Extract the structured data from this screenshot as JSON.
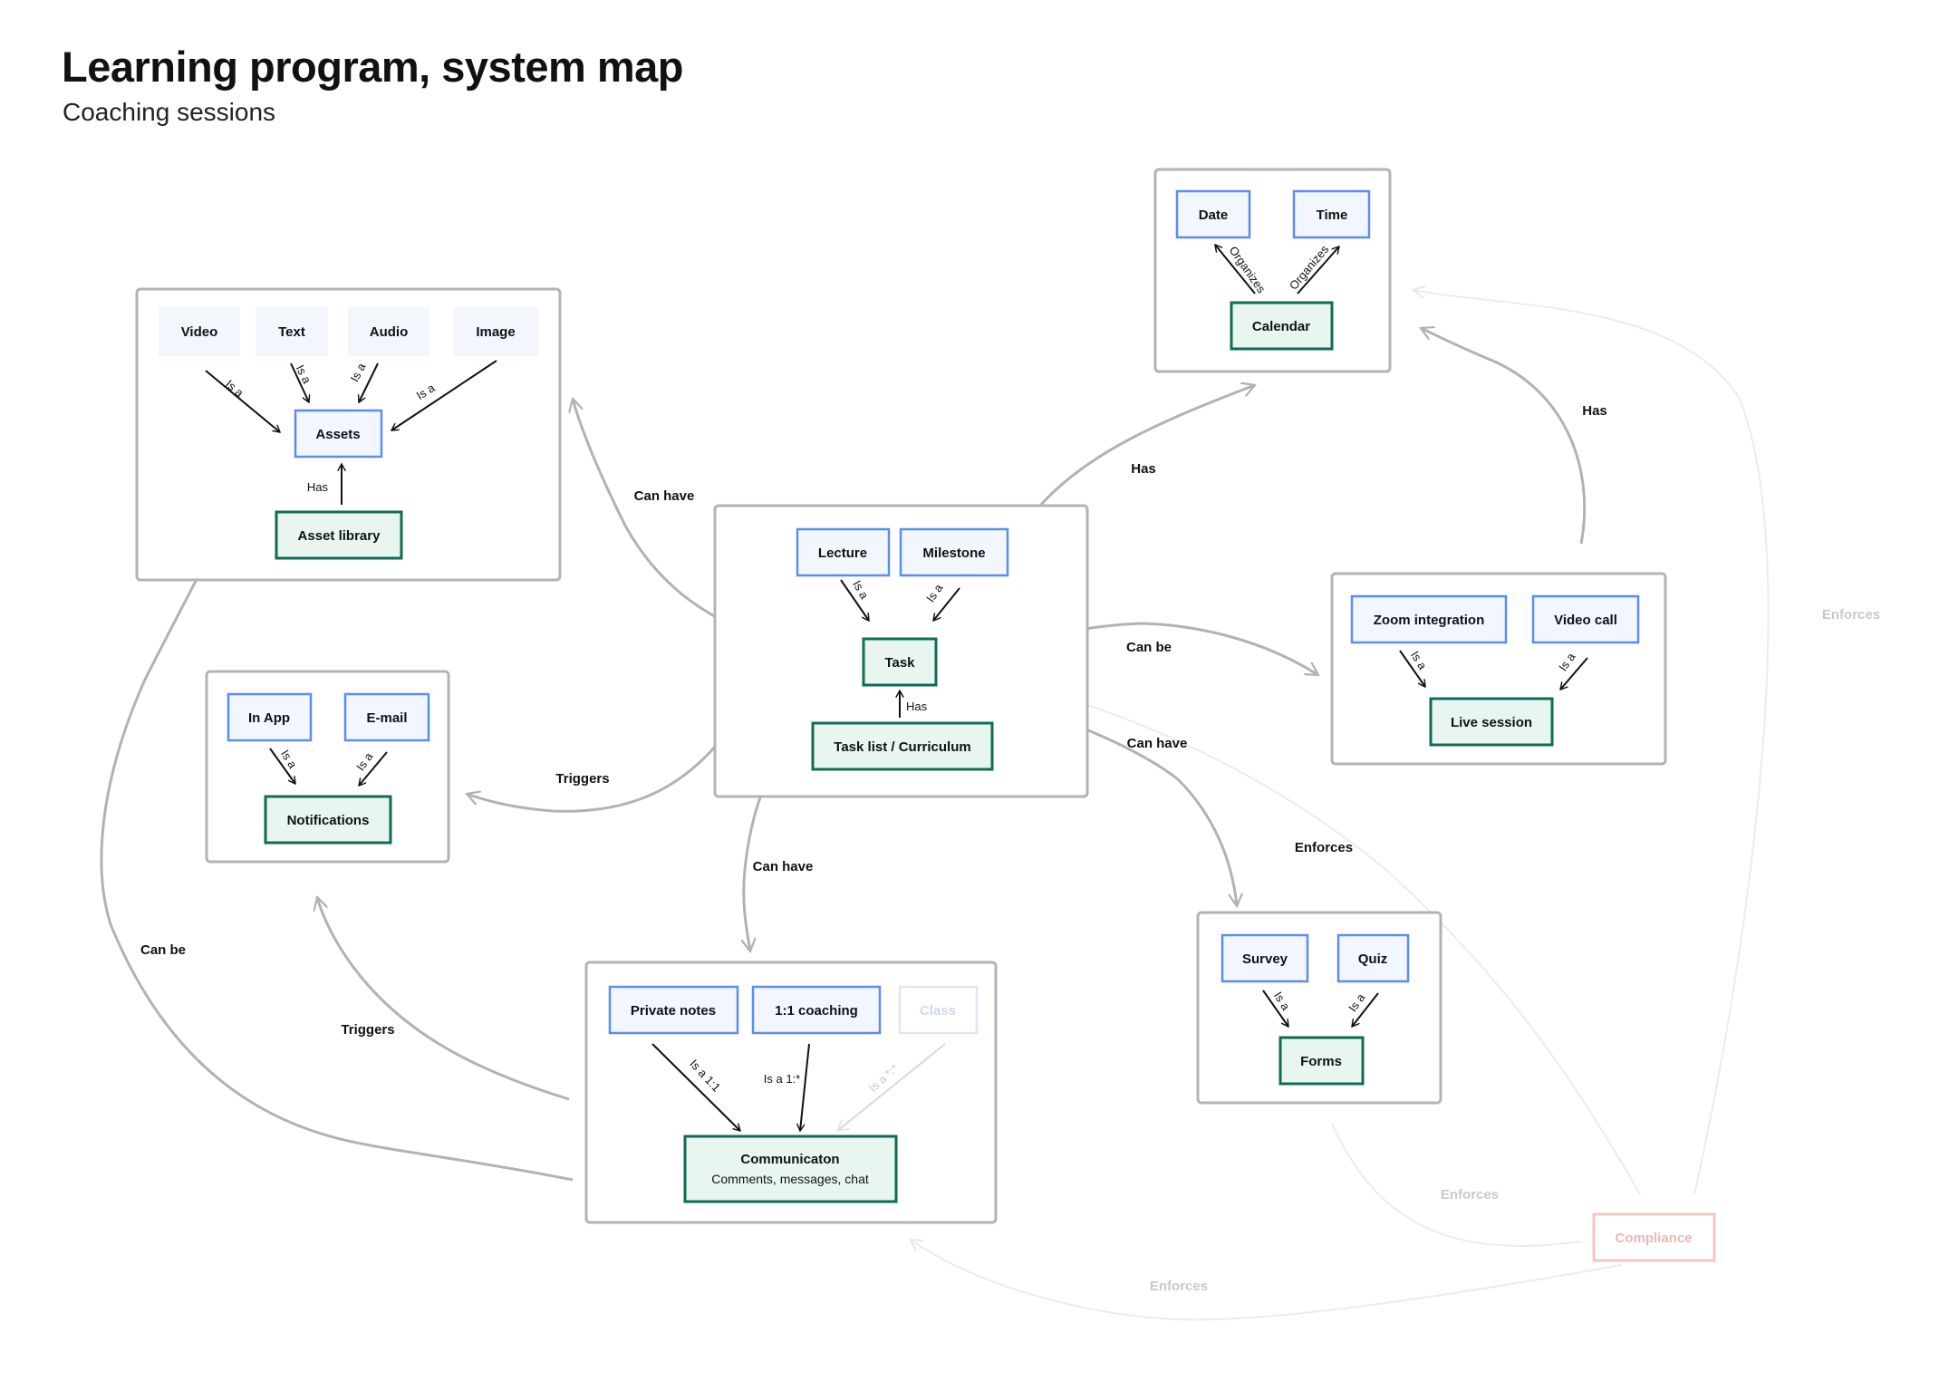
{
  "header": {
    "title": "Learning program, system map",
    "subtitle": "Coaching sessions"
  },
  "nodes": {
    "video": "Video",
    "text": "Text",
    "audio": "Audio",
    "image": "Image",
    "assets": "Assets",
    "asset_library": "Asset library",
    "date": "Date",
    "time": "Time",
    "calendar": "Calendar",
    "lecture": "Lecture",
    "milestone": "Milestone",
    "task": "Task",
    "task_list": "Task list / Curriculum",
    "zoom": "Zoom integration",
    "video_call": "Video call",
    "live_session": "Live session",
    "in_app": "In App",
    "email": "E-mail",
    "notifications": "Notifications",
    "survey": "Survey",
    "quiz": "Quiz",
    "forms": "Forms",
    "private_notes": "Private notes",
    "coaching_11": "1:1 coaching",
    "class": "Class",
    "communication": "Communicaton",
    "communication_sub": "Comments, messages, chat",
    "compliance": "Compliance"
  },
  "edge_labels": {
    "is_a": "Is a",
    "is_a_11": "Is a 1:1",
    "is_a_1n": "Is a 1:*",
    "is_a_nn": "Is a *:*",
    "has": "Has",
    "organizes": "Organizes",
    "can_have": "Can have",
    "can_be": "Can be",
    "triggers": "Triggers",
    "enforces": "Enforces"
  },
  "colors": {
    "leaf_border": "#5b8def",
    "core_border": "#0f6b57",
    "group_border": "#b3b3b3",
    "compliance_border": "#f3c5c5"
  }
}
